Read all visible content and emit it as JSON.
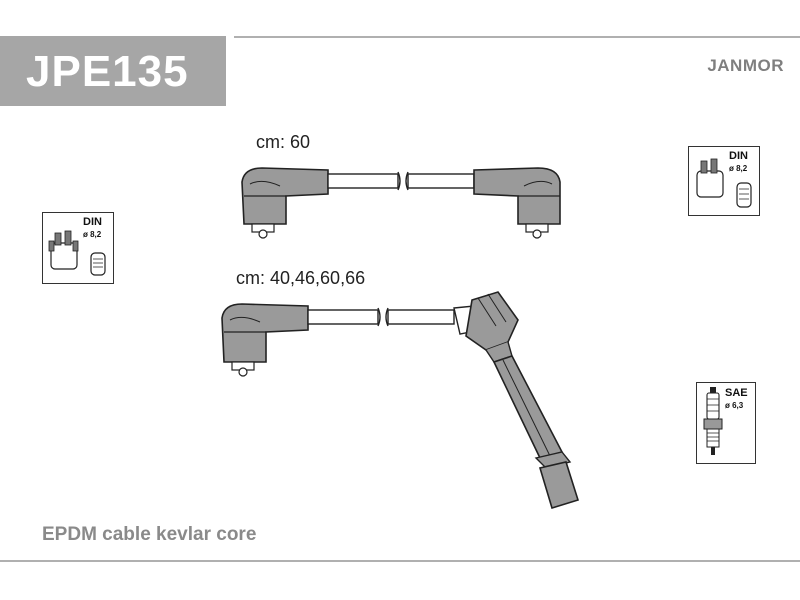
{
  "header": {
    "part_code": "JPE135",
    "brand": "JANMOR"
  },
  "cables": [
    {
      "label": "cm: 60"
    },
    {
      "label": "cm: 40,46,60,66"
    }
  ],
  "badges": [
    {
      "title": "DIN",
      "sub": "ø 8,2",
      "icon": "distributor-cap-icon"
    },
    {
      "title": "DIN",
      "sub": "ø 8,2",
      "icon": "coil-connector-icon"
    },
    {
      "title": "SAE",
      "sub": "ø 6,3",
      "icon": "spark-plug-icon"
    }
  ],
  "footer": {
    "description": "EPDM cable kevlar core"
  },
  "colors": {
    "code_box": "#a6a6a6",
    "boot_fill": "#9a9a9a",
    "text_gray": "#8a8a8a"
  }
}
